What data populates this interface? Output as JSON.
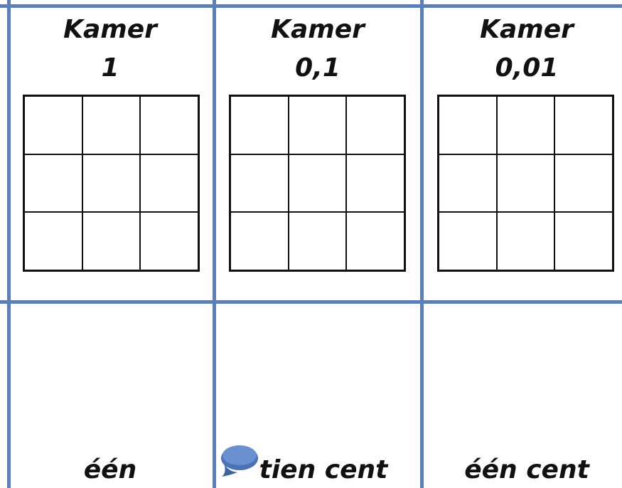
{
  "columns": [
    {
      "title": "Kamer",
      "value": "1",
      "label": "één"
    },
    {
      "title": "Kamer",
      "value": "0,1",
      "label": "tien cent"
    },
    {
      "title": "Kamer",
      "value": "0,01",
      "label": "één cent"
    }
  ],
  "colors": {
    "divider": "#5b7fbd",
    "coin": "#4a72b8"
  },
  "icons": [
    "coin-icon"
  ]
}
